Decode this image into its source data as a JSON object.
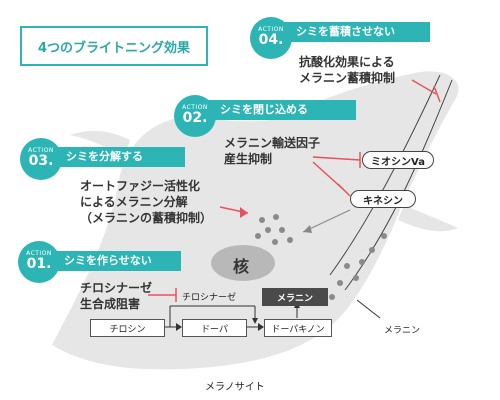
{
  "title": "4つのブライトニング効果",
  "actions": [
    {
      "word": "ACTION",
      "num": "04.",
      "label": "シミを蓄積させない",
      "text": [
        "抗酸化効果による",
        "メラニン蓄積抑制"
      ]
    },
    {
      "word": "ACTION",
      "num": "02.",
      "label": "シミを閉じ込める",
      "text": [
        "メラニン輸送因子",
        "産生抑制"
      ]
    },
    {
      "word": "ACTION",
      "num": "03.",
      "label": "シミを分解する",
      "text": [
        "オートファジー活性化",
        "によるメラニン分解",
        "（メラニンの蓄積抑制）"
      ]
    },
    {
      "word": "ACTION",
      "num": "01.",
      "label": "シミを作らせない",
      "text": [
        "チロシナーゼ",
        "生合成阻害"
      ]
    }
  ],
  "labels": {
    "myosin": "ミオシンVa",
    "kinesin": "キネシン",
    "nucleus": "核",
    "tyrosinase": "チロシナーゼ",
    "melanin_box": "メラニン",
    "tyrosine": "チロシン",
    "dopa": "ドーパ",
    "dopaquinone": "ドーパキノン",
    "melanin_pointer": "メラニン",
    "melanocyte": "メラノサイト"
  },
  "colors": {
    "accent": "#2db5b5",
    "inhibit": "#e8525c",
    "cell": "#e6e6e6",
    "dark": "#4a4a4a"
  }
}
